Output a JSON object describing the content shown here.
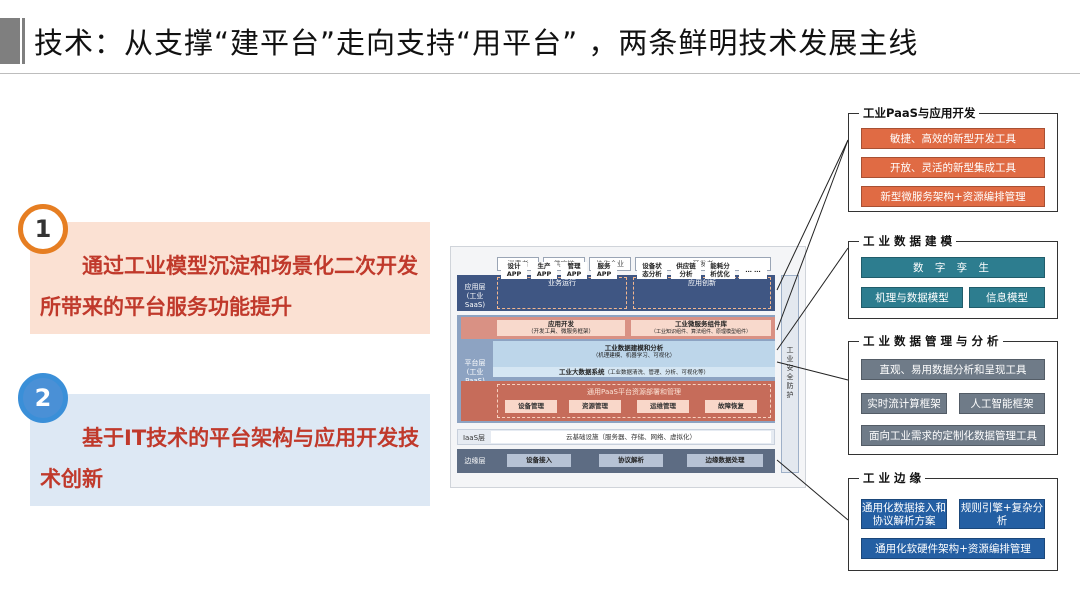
{
  "title": "技术：从支撑“建平台”走向支持“用平台” ，两条鲜明技术发展主线",
  "points": [
    {
      "number": "1",
      "text": "通过工业模型沉淀和场景化二次开发所带来的平台服务功能提升"
    },
    {
      "number": "2",
      "text": "基于IT技术的平台架构与应用开发技术创新"
    }
  ],
  "architecture": {
    "top_tags": [
      "消费者",
      "供应链",
      "协作企业",
      "开发者"
    ],
    "saas_label": "应用层\n(工业SaaS)",
    "saas_group1": "业务运行",
    "saas_group2": "应用创新",
    "saas_apps": [
      "设计\nAPP",
      "生产\nAPP",
      "管理\nAPP",
      "服务\nAPP",
      "设备状\n态分析",
      "供应链\n分析",
      "能耗分\n析优化",
      "… …"
    ],
    "paas_label": "平台层\n(工业PaaS)",
    "app_dev": "应用开发",
    "app_dev_sub": "（开发工具、微服务框架）",
    "micro_lib": "工业微服务组件库",
    "micro_lib_sub": "（工业知识组件、算法组件、原理模型组件）",
    "modeling": "工业数据建模和分析",
    "modeling_sub": "（机理建模、机器学习、可视化）",
    "bigdata": "工业大数据系统",
    "bigdata_sub": "（工业数据清洗、管理、分析、可视化等）",
    "resource": "通用PaaS平台资源部署和管理",
    "resource_items": [
      "设备管理",
      "资源管理",
      "运维管理",
      "故障恢复"
    ],
    "iaas_label": "IaaS层",
    "iaas_text": "云基础设施（服务器、存储、网络、虚拟化）",
    "edge_label": "边缘层",
    "edge_items": [
      "设备接入",
      "协议解析",
      "边缘数据处理"
    ],
    "security": "工\n业\n安\n全\n防\n护"
  },
  "panels": [
    {
      "title": "工业PaaS与应用开发",
      "items": [
        "敏捷、高效的新型开发工具",
        "开放、灵活的新型集成工具",
        "新型微服务架构+资源编排管理"
      ]
    },
    {
      "title": "工 业 数 据 建 模",
      "items": [
        "数 字 孪 生",
        "机理与数据模型",
        "信息模型"
      ]
    },
    {
      "title": "工 业 数 据 管 理 与 分 析",
      "items": [
        "直观、易用数据分析和呈现工具",
        "实时流计算框架",
        "人工智能框架",
        "面向工业需求的定制化数据管理工具"
      ]
    },
    {
      "title": "工 业 边 缘",
      "items": [
        "通用化数据接入和协议解析方案",
        "规则引擎+复杂分析",
        "通用化软硬件架构+资源编排管理"
      ]
    }
  ],
  "colors": {
    "orange": "#e06b44",
    "teal": "#2d7d8f",
    "gray": "#6f7b88",
    "blue": "#245fa3"
  }
}
